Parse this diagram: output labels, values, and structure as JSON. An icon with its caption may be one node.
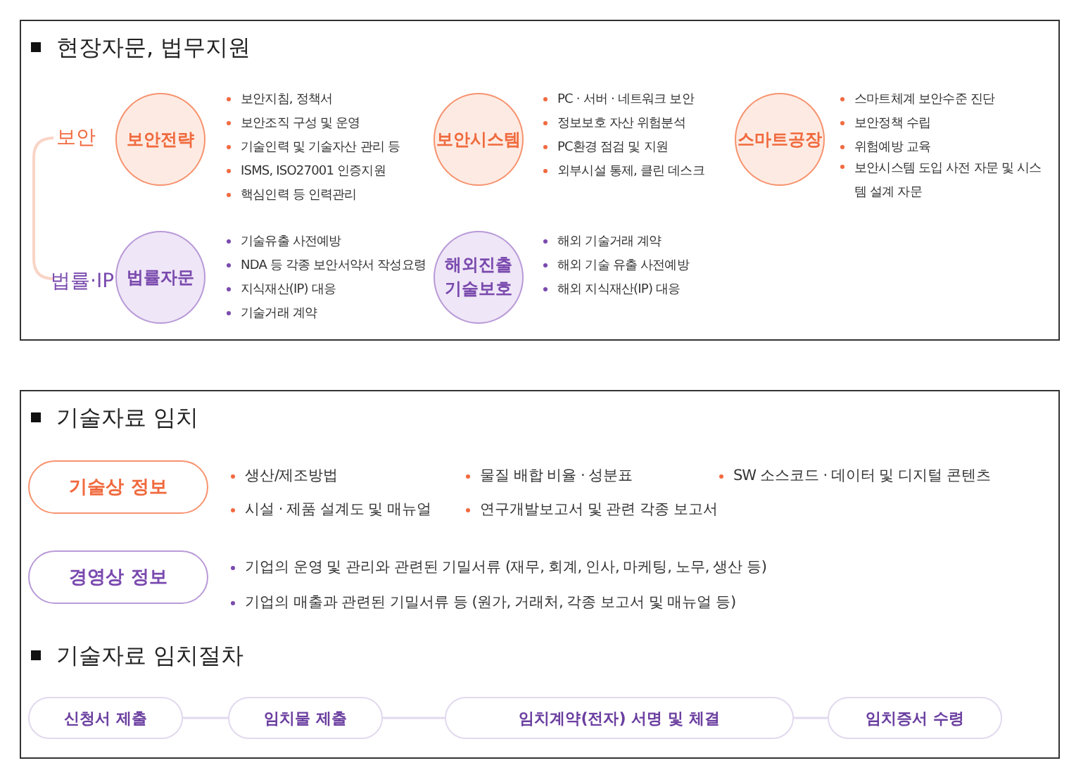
{
  "diagram": {
    "nodes": [
      {
        "text": [
          "보안전략"
        ],
        "beside": [
          "보안지침, 정책서",
          "보안조직 구성 및 운영",
          "기술인력 및 기술자산 관리 등",
          "ISMS, ISO27001 인증지원",
          "핵심인력 등 인력관리"
        ]
      },
      {
        "text": [
          "보안시스템"
        ],
        "beside": [
          "PC · 서버 · 네트워크 보안",
          "정보보호 자산 위험분석",
          "PC환경 점검 및 지원",
          "외부시설 통제, 클린 데스크"
        ]
      },
      {
        "text": [
          "스마트공장"
        ],
        "beside": [
          "스마트체계 보안수준 진단",
          "보안정책 수립",
          "위험예방 교육",
          "보안시스템 도입 사전 자문 및 시스템 설계 자문"
        ]
      },
      {
        "text": [
          "법률자문"
        ],
        "beside": [
          "기술유출 사전예방",
          "NDA 등 각종 보안서약서 작성요령",
          "지식재산(IP) 대응",
          "기술거래 계약"
        ]
      },
      {
        "text": [
          "해외진출 기술보호"
        ],
        "beside": [
          "해외 기술거래 계약",
          "해외 기술 유출 사전예방",
          "해외 지식재산(IP) 대응"
        ]
      },
      {
        "text": [
          "기술상 정보"
        ],
        "beside": [
          "생산/제조방법",
          "물질 배합 비율 · 성분표",
          "SW 소스코드 · 데이터 및 디지털 콘텐츠",
          "시설 · 제품 설계도 및 매뉴얼",
          "연구개발보고서 및 관련 각종 보고서"
        ]
      },
      {
        "text": [
          "경영상 정보"
        ],
        "beside": [
          "기업의 운영 및 관리와 관련된 기밀서류 (재무, 회계, 인사, 마케팅, 노무, 생산 등)",
          "기업의 매출과 관련된 기밀서류 등 (원가, 거래처, 각종 보고서 및 매뉴얼 등)"
        ]
      },
      {
        "text": [
          "신청서 제출"
        ]
      },
      {
        "text": [
          "임치물 제출"
        ]
      },
      {
        "text": [
          "임치계약(전자) 서명 및 체결"
        ]
      },
      {
        "text": [
          "임치증서 수령"
        ]
      }
    ],
    "edges": [
      {
        "from": 7,
        "to": 8,
        "arrow": "none"
      },
      {
        "from": 8,
        "to": 9,
        "arrow": "none"
      },
      {
        "from": 9,
        "to": 10,
        "arrow": "none"
      }
    ],
    "labels": [
      "현장자문, 법무지원",
      "보안",
      "법률·IP",
      "기술자료 임치",
      "기술자료 임치절차"
    ]
  }
}
